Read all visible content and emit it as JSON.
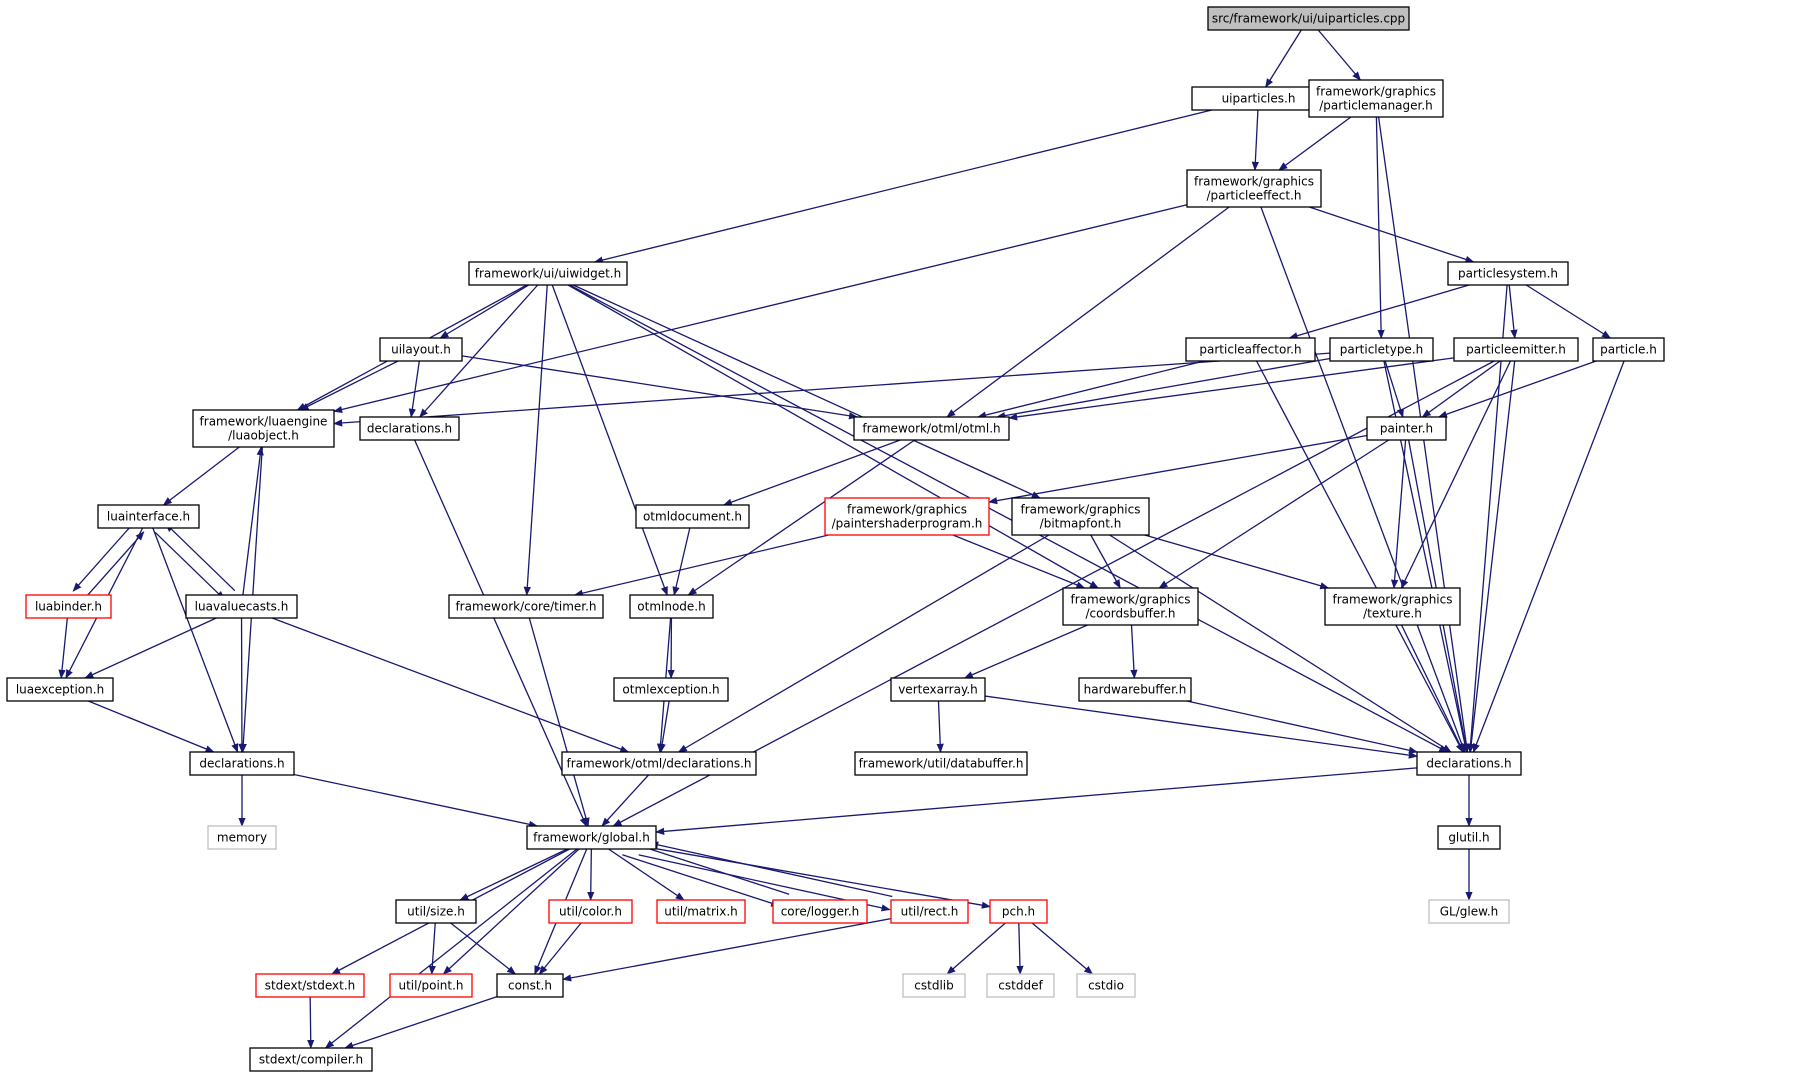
{
  "colors": {
    "edge": "#191970",
    "root_fill": "#bfbfbf",
    "normal_border": "#000000",
    "truncated_border": "#ff0000",
    "external_border": "#bfbfbf",
    "external_text": "#555555"
  },
  "nodes": [
    {
      "id": "root",
      "lines": [
        "src/framework/ui/uiparticles.cpp"
      ],
      "kind": "root"
    },
    {
      "id": "uiparticles_h",
      "lines": [
        "uiparticles.h"
      ],
      "kind": "normal"
    },
    {
      "id": "particlemanager",
      "lines": [
        "framework/graphics",
        "/particlemanager.h"
      ],
      "kind": "normal"
    },
    {
      "id": "particleeffect",
      "lines": [
        "framework/graphics",
        "/particleeffect.h"
      ],
      "kind": "normal"
    },
    {
      "id": "uiwidget",
      "lines": [
        "framework/ui/uiwidget.h"
      ],
      "kind": "normal"
    },
    {
      "id": "particlesystem",
      "lines": [
        "particlesystem.h"
      ],
      "kind": "normal"
    },
    {
      "id": "uilayout",
      "lines": [
        "uilayout.h"
      ],
      "kind": "normal"
    },
    {
      "id": "particleaffector",
      "lines": [
        "particleaffector.h"
      ],
      "kind": "normal"
    },
    {
      "id": "particletype",
      "lines": [
        "particletype.h"
      ],
      "kind": "normal"
    },
    {
      "id": "particleemitter",
      "lines": [
        "particleemitter.h"
      ],
      "kind": "normal"
    },
    {
      "id": "particle",
      "lines": [
        "particle.h"
      ],
      "kind": "normal"
    },
    {
      "id": "luaobject",
      "lines": [
        "framework/luaengine",
        "/luaobject.h"
      ],
      "kind": "normal"
    },
    {
      "id": "decl_ui",
      "lines": [
        "declarations.h"
      ],
      "kind": "normal"
    },
    {
      "id": "otml",
      "lines": [
        "framework/otml/otml.h"
      ],
      "kind": "normal"
    },
    {
      "id": "painter",
      "lines": [
        "painter.h"
      ],
      "kind": "normal"
    },
    {
      "id": "luainterface",
      "lines": [
        "luainterface.h"
      ],
      "kind": "normal"
    },
    {
      "id": "otmldocument",
      "lines": [
        "otmldocument.h"
      ],
      "kind": "normal"
    },
    {
      "id": "paintershader",
      "lines": [
        "framework/graphics",
        "/paintershaderprogram.h"
      ],
      "kind": "truncated"
    },
    {
      "id": "bitmapfont",
      "lines": [
        "framework/graphics",
        "/bitmapfont.h"
      ],
      "kind": "normal"
    },
    {
      "id": "luabinder",
      "lines": [
        "luabinder.h"
      ],
      "kind": "truncated"
    },
    {
      "id": "luavaluecasts",
      "lines": [
        "luavaluecasts.h"
      ],
      "kind": "normal"
    },
    {
      "id": "timer",
      "lines": [
        "framework/core/timer.h"
      ],
      "kind": "normal"
    },
    {
      "id": "otmlnode",
      "lines": [
        "otmlnode.h"
      ],
      "kind": "normal"
    },
    {
      "id": "coordsbuffer",
      "lines": [
        "framework/graphics",
        "/coordsbuffer.h"
      ],
      "kind": "normal"
    },
    {
      "id": "texture",
      "lines": [
        "framework/graphics",
        "/texture.h"
      ],
      "kind": "normal"
    },
    {
      "id": "luaexception",
      "lines": [
        "luaexception.h"
      ],
      "kind": "normal"
    },
    {
      "id": "otmlexception",
      "lines": [
        "otmlexception.h"
      ],
      "kind": "normal"
    },
    {
      "id": "vertexarray",
      "lines": [
        "vertexarray.h"
      ],
      "kind": "normal"
    },
    {
      "id": "hardwarebuffer",
      "lines": [
        "hardwarebuffer.h"
      ],
      "kind": "normal"
    },
    {
      "id": "decl_lua",
      "lines": [
        "declarations.h"
      ],
      "kind": "normal"
    },
    {
      "id": "decl_otml",
      "lines": [
        "framework/otml/declarations.h"
      ],
      "kind": "normal"
    },
    {
      "id": "databuffer",
      "lines": [
        "framework/util/databuffer.h"
      ],
      "kind": "normal"
    },
    {
      "id": "decl_gfx",
      "lines": [
        "declarations.h"
      ],
      "kind": "normal"
    },
    {
      "id": "memory",
      "lines": [
        "memory"
      ],
      "kind": "external"
    },
    {
      "id": "global",
      "lines": [
        "framework/global.h"
      ],
      "kind": "normal"
    },
    {
      "id": "glutil",
      "lines": [
        "glutil.h"
      ],
      "kind": "normal"
    },
    {
      "id": "utilsize",
      "lines": [
        "util/size.h"
      ],
      "kind": "normal"
    },
    {
      "id": "utilcolor",
      "lines": [
        "util/color.h"
      ],
      "kind": "truncated"
    },
    {
      "id": "utilmatrix",
      "lines": [
        "util/matrix.h"
      ],
      "kind": "truncated"
    },
    {
      "id": "corelogger",
      "lines": [
        "core/logger.h"
      ],
      "kind": "truncated"
    },
    {
      "id": "utilrect",
      "lines": [
        "util/rect.h"
      ],
      "kind": "truncated"
    },
    {
      "id": "pch",
      "lines": [
        "pch.h"
      ],
      "kind": "truncated"
    },
    {
      "id": "glew",
      "lines": [
        "GL/glew.h"
      ],
      "kind": "external"
    },
    {
      "id": "cstdlib",
      "lines": [
        "cstdlib"
      ],
      "kind": "external"
    },
    {
      "id": "cstddef",
      "lines": [
        "cstddef"
      ],
      "kind": "external"
    },
    {
      "id": "cstdio",
      "lines": [
        "cstdio"
      ],
      "kind": "external"
    },
    {
      "id": "stdext",
      "lines": [
        "stdext/stdext.h"
      ],
      "kind": "truncated"
    },
    {
      "id": "utilpoint",
      "lines": [
        "util/point.h"
      ],
      "kind": "truncated"
    },
    {
      "id": "const",
      "lines": [
        "const.h"
      ],
      "kind": "normal"
    },
    {
      "id": "compiler",
      "lines": [
        "stdext/compiler.h"
      ],
      "kind": "normal"
    }
  ],
  "edges": [
    [
      "root",
      "uiparticles_h"
    ],
    [
      "root",
      "particlemanager"
    ],
    [
      "uiparticles_h",
      "particleeffect"
    ],
    [
      "uiparticles_h",
      "uiwidget"
    ],
    [
      "particlemanager",
      "particleeffect"
    ],
    [
      "particlemanager",
      "particletype"
    ],
    [
      "particlemanager",
      "decl_gfx"
    ],
    [
      "particleeffect",
      "luaobject"
    ],
    [
      "particleeffect",
      "otml"
    ],
    [
      "particleeffect",
      "particlesystem"
    ],
    [
      "particleeffect",
      "decl_gfx"
    ],
    [
      "uiwidget",
      "uilayout"
    ],
    [
      "uiwidget",
      "luaobject"
    ],
    [
      "uiwidget",
      "decl_ui"
    ],
    [
      "uiwidget",
      "timer"
    ],
    [
      "uiwidget",
      "otmlnode"
    ],
    [
      "uiwidget",
      "bitmapfont"
    ],
    [
      "uiwidget",
      "coordsbuffer"
    ],
    [
      "uiwidget",
      "decl_gfx"
    ],
    [
      "particlesystem",
      "particleaffector"
    ],
    [
      "particlesystem",
      "particleemitter"
    ],
    [
      "particlesystem",
      "particle"
    ],
    [
      "particlesystem",
      "decl_gfx"
    ],
    [
      "uilayout",
      "luaobject"
    ],
    [
      "uilayout",
      "decl_ui"
    ],
    [
      "uilayout",
      "otml"
    ],
    [
      "particleaffector",
      "otml"
    ],
    [
      "particleaffector",
      "decl_gfx"
    ],
    [
      "particletype",
      "otml"
    ],
    [
      "particletype",
      "luaobject"
    ],
    [
      "particletype",
      "painter"
    ],
    [
      "particletype",
      "decl_gfx"
    ],
    [
      "particleemitter",
      "otml"
    ],
    [
      "particleemitter",
      "painter"
    ],
    [
      "particleemitter",
      "texture"
    ],
    [
      "particleemitter",
      "decl_gfx"
    ],
    [
      "particleemitter",
      "global"
    ],
    [
      "particle",
      "painter"
    ],
    [
      "particle",
      "decl_gfx"
    ],
    [
      "luaobject",
      "luainterface"
    ],
    [
      "luaobject",
      "decl_lua"
    ],
    [
      "decl_ui",
      "global"
    ],
    [
      "otml",
      "otmldocument"
    ],
    [
      "otml",
      "otmlnode"
    ],
    [
      "painter",
      "paintershader"
    ],
    [
      "painter",
      "coordsbuffer"
    ],
    [
      "painter",
      "texture"
    ],
    [
      "painter",
      "decl_gfx"
    ],
    [
      "luainterface",
      "luabinder"
    ],
    [
      "luainterface",
      "luavaluecasts"
    ],
    [
      "luainterface",
      "luaexception"
    ],
    [
      "luainterface",
      "decl_lua"
    ],
    [
      "otmldocument",
      "otmlnode"
    ],
    [
      "paintershader",
      "timer"
    ],
    [
      "paintershader",
      "coordsbuffer"
    ],
    [
      "bitmapfont",
      "coordsbuffer"
    ],
    [
      "bitmapfont",
      "texture"
    ],
    [
      "bitmapfont",
      "decl_gfx"
    ],
    [
      "bitmapfont",
      "decl_otml"
    ],
    [
      "luabinder",
      "luainterface"
    ],
    [
      "luabinder",
      "luaexception"
    ],
    [
      "luavaluecasts",
      "luainterface"
    ],
    [
      "luavaluecasts",
      "luaobject"
    ],
    [
      "luavaluecasts",
      "luaexception"
    ],
    [
      "luavaluecasts",
      "decl_lua"
    ],
    [
      "luavaluecasts",
      "decl_otml"
    ],
    [
      "timer",
      "global"
    ],
    [
      "otmlnode",
      "otmlexception"
    ],
    [
      "otmlnode",
      "decl_otml"
    ],
    [
      "coordsbuffer",
      "vertexarray"
    ],
    [
      "coordsbuffer",
      "hardwarebuffer"
    ],
    [
      "texture",
      "decl_gfx"
    ],
    [
      "luaexception",
      "decl_lua"
    ],
    [
      "otmlexception",
      "decl_otml"
    ],
    [
      "vertexarray",
      "databuffer"
    ],
    [
      "vertexarray",
      "decl_gfx"
    ],
    [
      "hardwarebuffer",
      "decl_gfx"
    ],
    [
      "decl_lua",
      "memory"
    ],
    [
      "decl_lua",
      "global"
    ],
    [
      "decl_otml",
      "global"
    ],
    [
      "decl_gfx",
      "global"
    ],
    [
      "decl_gfx",
      "glutil"
    ],
    [
      "glutil",
      "glew"
    ],
    [
      "global",
      "utilsize"
    ],
    [
      "global",
      "utilcolor"
    ],
    [
      "global",
      "utilmatrix"
    ],
    [
      "global",
      "corelogger"
    ],
    [
      "global",
      "utilrect"
    ],
    [
      "global",
      "pch"
    ],
    [
      "global",
      "stdext"
    ],
    [
      "global",
      "utilpoint"
    ],
    [
      "global",
      "const"
    ],
    [
      "global",
      "compiler"
    ],
    [
      "corelogger",
      "global"
    ],
    [
      "utilrect",
      "global"
    ],
    [
      "utilsize",
      "utilpoint"
    ],
    [
      "utilsize",
      "const"
    ],
    [
      "utilcolor",
      "const"
    ],
    [
      "utilrect",
      "const"
    ],
    [
      "pch",
      "cstdlib"
    ],
    [
      "pch",
      "cstddef"
    ],
    [
      "pch",
      "cstdio"
    ],
    [
      "stdext",
      "compiler"
    ],
    [
      "const",
      "compiler"
    ]
  ]
}
